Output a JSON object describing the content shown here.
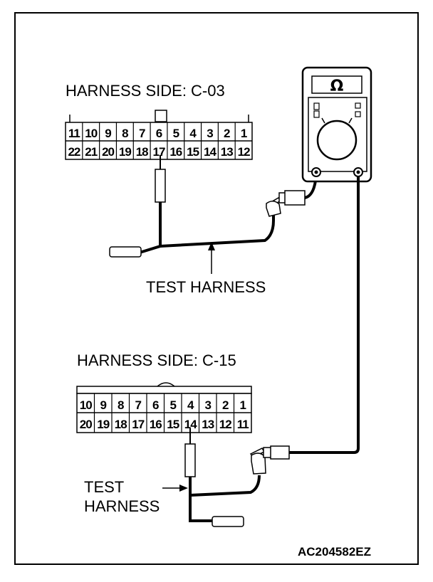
{
  "connector_top": {
    "label": "HARNESS SIDE: C-03",
    "row1": [
      "11",
      "10",
      "9",
      "8",
      "7",
      "6",
      "5",
      "4",
      "3",
      "2",
      "1"
    ],
    "row2": [
      "22",
      "21",
      "20",
      "19",
      "18",
      "17",
      "16",
      "15",
      "14",
      "13",
      "12"
    ],
    "probe_pin": "17"
  },
  "connector_bottom": {
    "label": "HARNESS SIDE: C-15",
    "row1": [
      "10",
      "9",
      "8",
      "7",
      "6",
      "5",
      "4",
      "3",
      "2",
      "1"
    ],
    "row2": [
      "20",
      "19",
      "18",
      "17",
      "16",
      "15",
      "14",
      "13",
      "12",
      "11"
    ],
    "probe_pin": "14"
  },
  "test_harness_top": {
    "label": "TEST HARNESS"
  },
  "test_harness_bottom": {
    "line1": "TEST",
    "line2": "HARNESS"
  },
  "meter": {
    "symbol": "Ω"
  },
  "figure_code": "AC204582EZ"
}
